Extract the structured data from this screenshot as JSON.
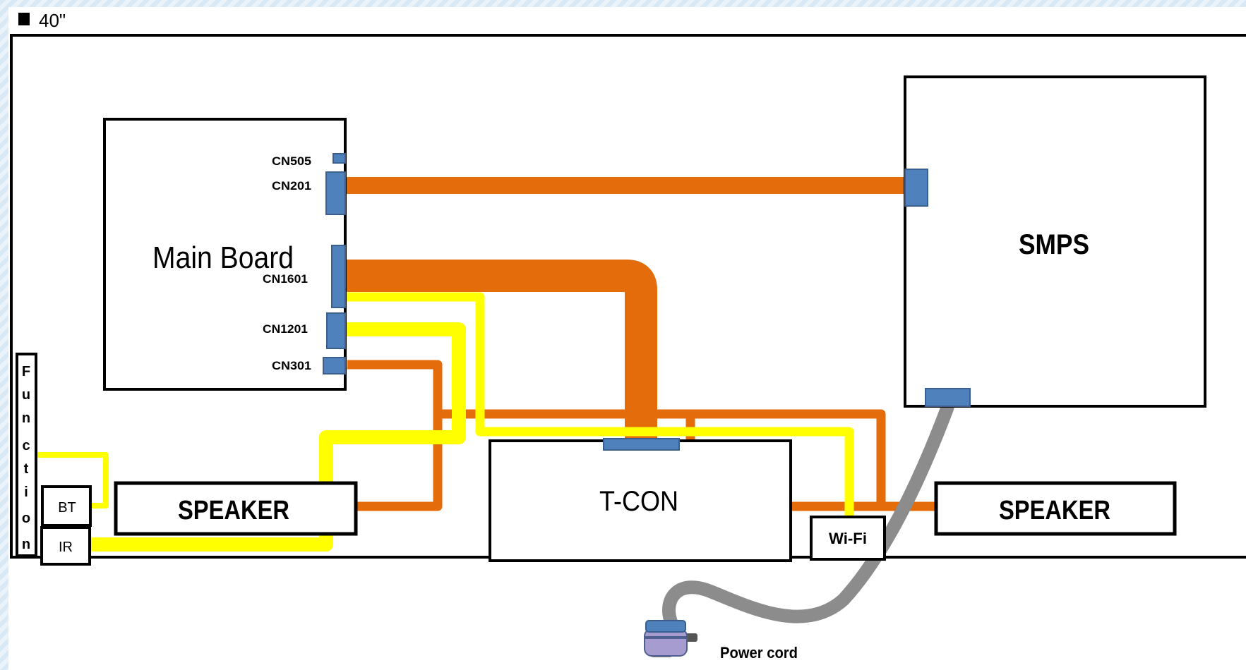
{
  "header": {
    "title": "40\""
  },
  "components": {
    "main_board": "Main Board",
    "smps": "SMPS",
    "tcon": "T-CON",
    "speaker_left": "SPEAKER",
    "speaker_right": "SPEAKER",
    "bt": "BT",
    "ir": "IR",
    "wifi": "Wi-Fi",
    "function_letters": [
      "F",
      "u",
      "n",
      "c",
      "t",
      "i",
      "o",
      "n"
    ],
    "power_cord": "Power cord"
  },
  "connectors": {
    "cn505": "CN505",
    "cn201": "CN201",
    "cn1601": "CN1601",
    "cn1201": "CN1201",
    "cn301": "CN301"
  },
  "colors": {
    "orange_cable": "#e46c0a",
    "yellow_cable": "#ffff00",
    "connector_blue": "#4f81bd",
    "gray_cord": "#8c8c8c",
    "plug_purple": "#a79ccf"
  }
}
